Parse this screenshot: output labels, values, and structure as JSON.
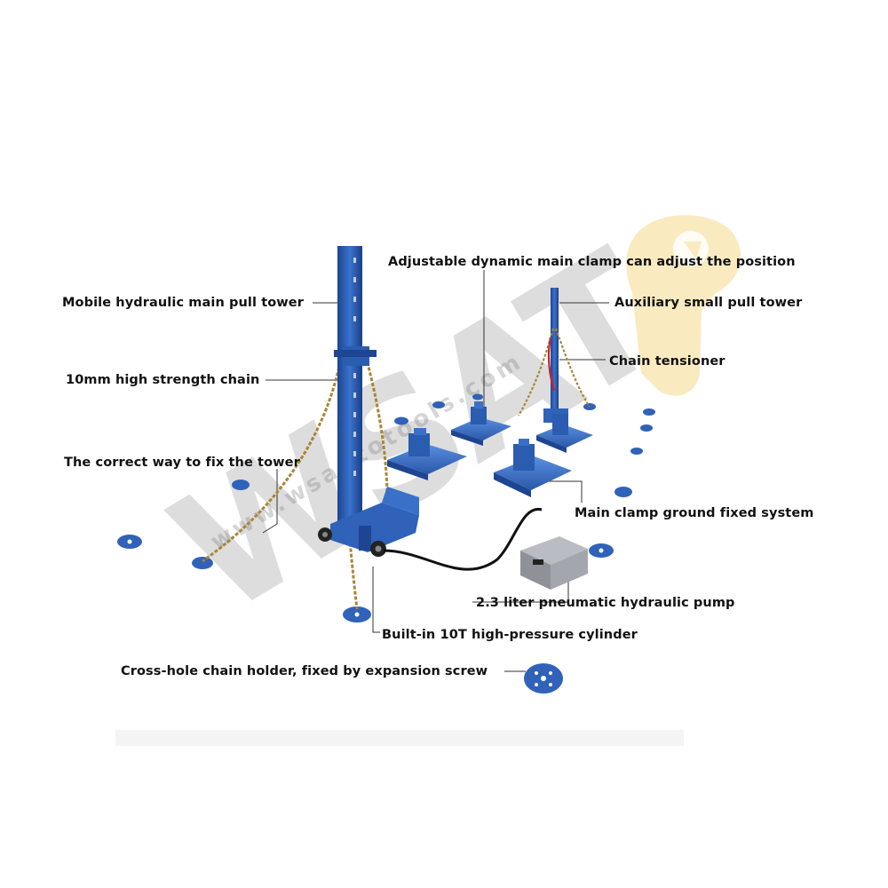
{
  "labels": {
    "main_tower": "Mobile hydraulic main pull tower",
    "chain": "10mm high strength chain",
    "fix_tower": "The correct way to fix the tower",
    "dynamic_clamp": "Adjustable dynamic main clamp can adjust the position",
    "aux_tower": "Auxiliary small pull tower",
    "tensioner": "Chain tensioner",
    "ground_system": "Main clamp ground fixed system",
    "pump": "2.3 liter pneumatic hydraulic pump",
    "cylinder": "Built-in 10T high-pressure cylinder",
    "chain_holder": "Cross-hole chain holder, fixed by expansion screw"
  },
  "watermark": {
    "logo": "WSAT",
    "url": "www.wsautotools.com"
  },
  "colors": {
    "equipment_blue": "#2f62b8",
    "chain_gold": "#b08a3a",
    "tensioner_red": "#cc1f2a",
    "logo_yellow": "#f6d98c",
    "text": "#111111"
  }
}
